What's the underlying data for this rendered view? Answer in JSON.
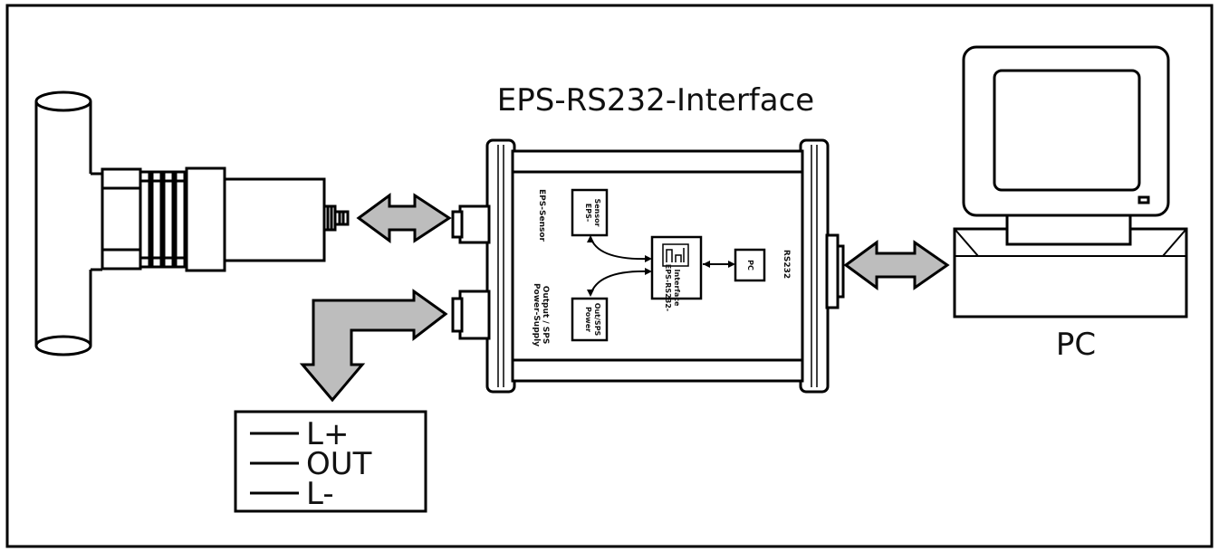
{
  "title": "EPS-RS232-Interface",
  "pc_label": "PC",
  "ports": {
    "sensor": "EPS-Sensor",
    "power": [
      "Power-Supply",
      "Output / SPS"
    ],
    "rs232": "RS232"
  },
  "panel": {
    "eps_sensor": [
      "EPS-",
      "Sensor"
    ],
    "interface": [
      "EPS-RS232-",
      "Interface"
    ],
    "pc": "PC",
    "power_out": [
      "Power",
      "Out/SPS"
    ]
  },
  "legend": {
    "items": [
      "L+",
      "OUT",
      "L-"
    ]
  }
}
